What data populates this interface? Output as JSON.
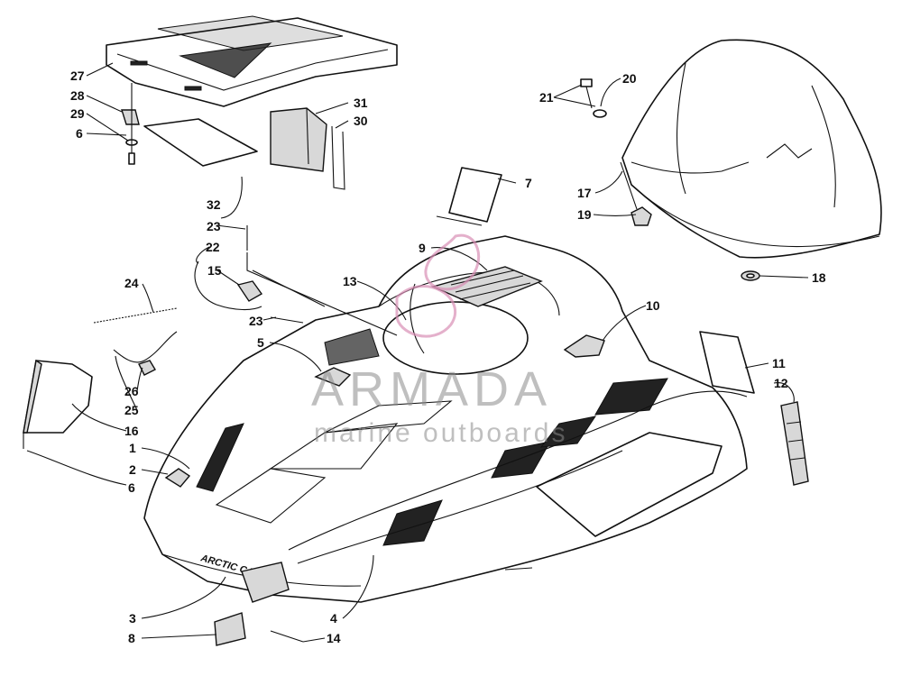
{
  "watermark": {
    "title": "ARMADA",
    "subtitle": "marine outboards"
  },
  "decal_text": {
    "brand": "ARCTIC CAT"
  },
  "callouts": [
    {
      "id": "1",
      "label": "1"
    },
    {
      "id": "2",
      "label": "2"
    },
    {
      "id": "3",
      "label": "3"
    },
    {
      "id": "4",
      "label": "4"
    },
    {
      "id": "5",
      "label": "5"
    },
    {
      "id": "6a",
      "label": "6"
    },
    {
      "id": "6b",
      "label": "6"
    },
    {
      "id": "7",
      "label": "7"
    },
    {
      "id": "8",
      "label": "8"
    },
    {
      "id": "9",
      "label": "9"
    },
    {
      "id": "10",
      "label": "10"
    },
    {
      "id": "11",
      "label": "11"
    },
    {
      "id": "12",
      "label": "12"
    },
    {
      "id": "13",
      "label": "13"
    },
    {
      "id": "14",
      "label": "14"
    },
    {
      "id": "15",
      "label": "15"
    },
    {
      "id": "16",
      "label": "16"
    },
    {
      "id": "17",
      "label": "17"
    },
    {
      "id": "18",
      "label": "18"
    },
    {
      "id": "19",
      "label": "19"
    },
    {
      "id": "20",
      "label": "20"
    },
    {
      "id": "21",
      "label": "21"
    },
    {
      "id": "22",
      "label": "22"
    },
    {
      "id": "23a",
      "label": "23"
    },
    {
      "id": "23b",
      "label": "23"
    },
    {
      "id": "24",
      "label": "24"
    },
    {
      "id": "25",
      "label": "25"
    },
    {
      "id": "26",
      "label": "26"
    },
    {
      "id": "27",
      "label": "27"
    },
    {
      "id": "28",
      "label": "28"
    },
    {
      "id": "29",
      "label": "29"
    },
    {
      "id": "30",
      "label": "30"
    },
    {
      "id": "31",
      "label": "31"
    },
    {
      "id": "32",
      "label": "32"
    }
  ]
}
